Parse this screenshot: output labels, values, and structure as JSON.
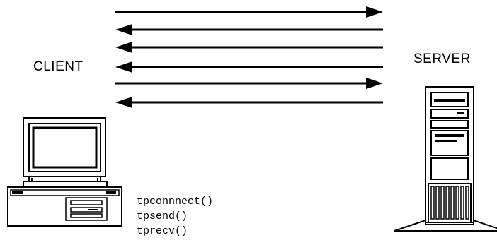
{
  "diagram": {
    "client_label": "CLIENT",
    "server_label": "SERVER",
    "function_calls": [
      "tpconnnect()",
      "tpsend()",
      "tprecv()"
    ],
    "messages": [
      {
        "direction": "client-to-server"
      },
      {
        "direction": "server-to-client"
      },
      {
        "direction": "server-to-client"
      },
      {
        "direction": "server-to-client"
      },
      {
        "direction": "client-to-server"
      },
      {
        "direction": "server-to-client"
      }
    ],
    "colors": {
      "line": "#000000",
      "background": "#ffffff"
    }
  }
}
